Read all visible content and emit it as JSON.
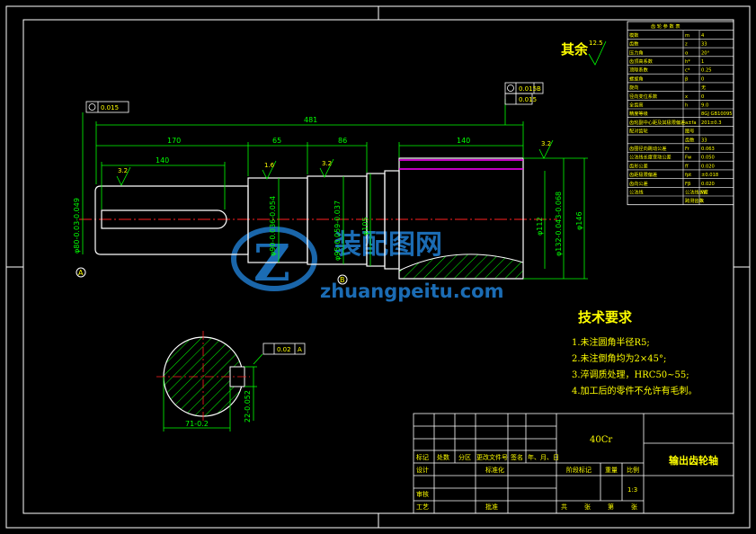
{
  "colors": {
    "background": "#000000",
    "frame": "#ffffff",
    "dimension": "#00ff00",
    "centerline": "#ff2020",
    "hatch": "#00ff00",
    "gear": "#ff00ff",
    "text_yellow": "#ffff00",
    "watermark": "#1e78c8"
  },
  "roughness": {
    "general_label": "其余",
    "general_value": "12.5",
    "marks": [
      "3.2",
      "1.6",
      "3.2",
      "3.2"
    ]
  },
  "dimensions": {
    "total_length": "481",
    "seg_170": "170",
    "seg_140": "140",
    "seg_65": "65",
    "seg_86": "86",
    "seg_140_gear": "140",
    "dia_80": "φ80-0.03-0.049",
    "dia_90": "φ90-0.036-0.054",
    "dia_95": "φ95-0.059-0.037",
    "dia_105": "φ105",
    "dia_112": "φ112",
    "dia_132": "φ132-0.043-0.068",
    "dia_146": "φ146",
    "keyway_depth": "71-0.2",
    "keyway_width": "22-0.052",
    "tol_runout_left": "0.015",
    "tol_runout_right": "0.015",
    "tol_sym": "0.02",
    "datum_a": "A",
    "datum_b": "B"
  },
  "tech": {
    "title": "技术要求",
    "items": [
      "1.未注圆角半径R5;",
      "2.未注倒角均为2×45°;",
      "3.淬调质处理，HRC50~55;",
      "4.加工后的零件不允许有毛刺。"
    ]
  },
  "param_table": {
    "rows": [
      [
        "齿 轮 参 数 表",
        "",
        ""
      ],
      [
        "模数",
        "m",
        "4"
      ],
      [
        "齿数",
        "z",
        "33"
      ],
      [
        "压力角",
        "α",
        "20°"
      ],
      [
        "齿顶高系数",
        "h*",
        "1"
      ],
      [
        "顶隙系数",
        "c*",
        "0.25"
      ],
      [
        "螺旋角",
        "β",
        "0"
      ],
      [
        "旋向",
        "",
        "无"
      ],
      [
        "径向变位系数",
        "x",
        "0"
      ],
      [
        "全齿高",
        "h",
        "9.0"
      ],
      [
        "精度等级",
        "",
        "8GJ GB10095"
      ],
      [
        "齿轮副中心距及其极限偏差",
        "a±fa",
        "201±0.3"
      ],
      [
        "配对齿轮",
        "图号",
        ""
      ],
      [
        "",
        "齿数",
        "33"
      ],
      [
        "齿圈径向跳动公差",
        "Fr",
        "0.063"
      ],
      [
        "公法线长度变动公差",
        "Fw",
        "0.050"
      ],
      [
        "齿形公差",
        "ff",
        "0.020"
      ],
      [
        "齿距极限偏差",
        "fpt",
        "±0.018"
      ],
      [
        "齿向公差",
        "Fβ",
        "0.020"
      ],
      [
        "公法线",
        "公法线长度",
        "W"
      ],
      [
        "",
        "跨测齿数",
        "k"
      ]
    ]
  },
  "title_block": {
    "material": "40Cr",
    "part_name": "输出齿轮轴",
    "scale": "1:3",
    "cells": {
      "c1": "标记",
      "c2": "处数",
      "c3": "分区",
      "c4": "更改文件号",
      "c5": "签名",
      "c6": "年、月、日",
      "c7": "设计",
      "c8": "标准化",
      "c9": "阶段标记",
      "c10": "重量",
      "c11": "比例",
      "c12": "审核",
      "c13": "工艺",
      "c14": "批准",
      "c15": "共",
      "c16": "张",
      "c17": "第",
      "c18": "张"
    }
  },
  "watermark": {
    "cn": "装配图网",
    "en": "zhuangpeitu.com"
  }
}
